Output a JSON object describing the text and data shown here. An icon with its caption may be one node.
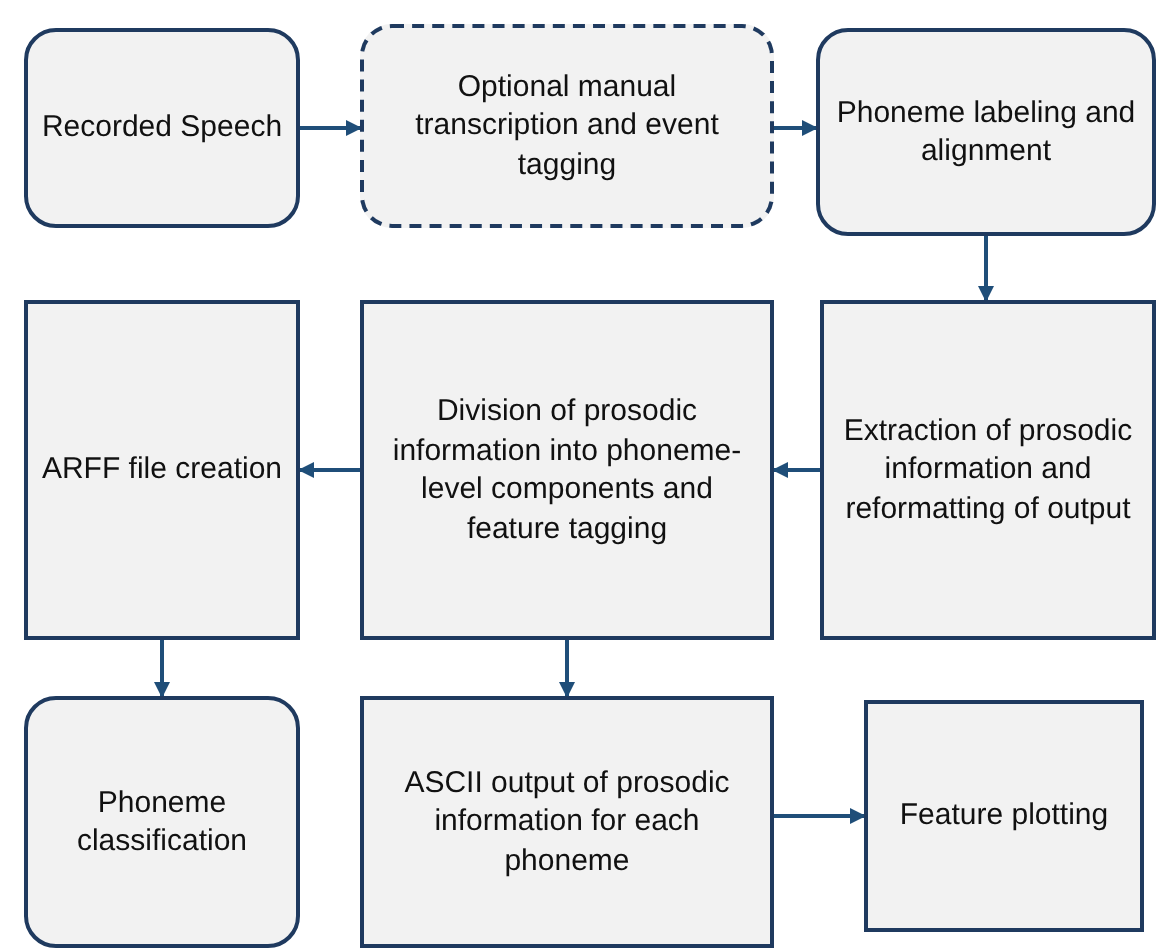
{
  "diagram": {
    "nodes": [
      {
        "text": [
          "Recorded Speech"
        ]
      },
      {
        "text": [
          "Optional manual transcription and event tagging"
        ]
      },
      {
        "text": [
          "Phoneme labeling and alignment"
        ]
      },
      {
        "text": [
          "ARFF file creation"
        ]
      },
      {
        "text": [
          "Division of prosodic information into phoneme-level components and feature tagging"
        ]
      },
      {
        "text": [
          "Extraction of prosodic information and reformatting of output"
        ]
      },
      {
        "text": [
          "Phoneme classification"
        ]
      },
      {
        "text": [
          "ASCII output of prosodic information for each phoneme"
        ]
      },
      {
        "text": [
          "Feature plotting"
        ]
      }
    ],
    "edges": [
      {
        "from": 0,
        "to": 1,
        "arrow": "to"
      },
      {
        "from": 1,
        "to": 2,
        "arrow": "to"
      },
      {
        "from": 2,
        "to": 5,
        "arrow": "to"
      },
      {
        "from": 5,
        "to": 4,
        "arrow": "to"
      },
      {
        "from": 4,
        "to": 3,
        "arrow": "to"
      },
      {
        "from": 3,
        "to": 6,
        "arrow": "to"
      },
      {
        "from": 4,
        "to": 7,
        "arrow": "to"
      },
      {
        "from": 7,
        "to": 8,
        "arrow": "to"
      }
    ]
  }
}
